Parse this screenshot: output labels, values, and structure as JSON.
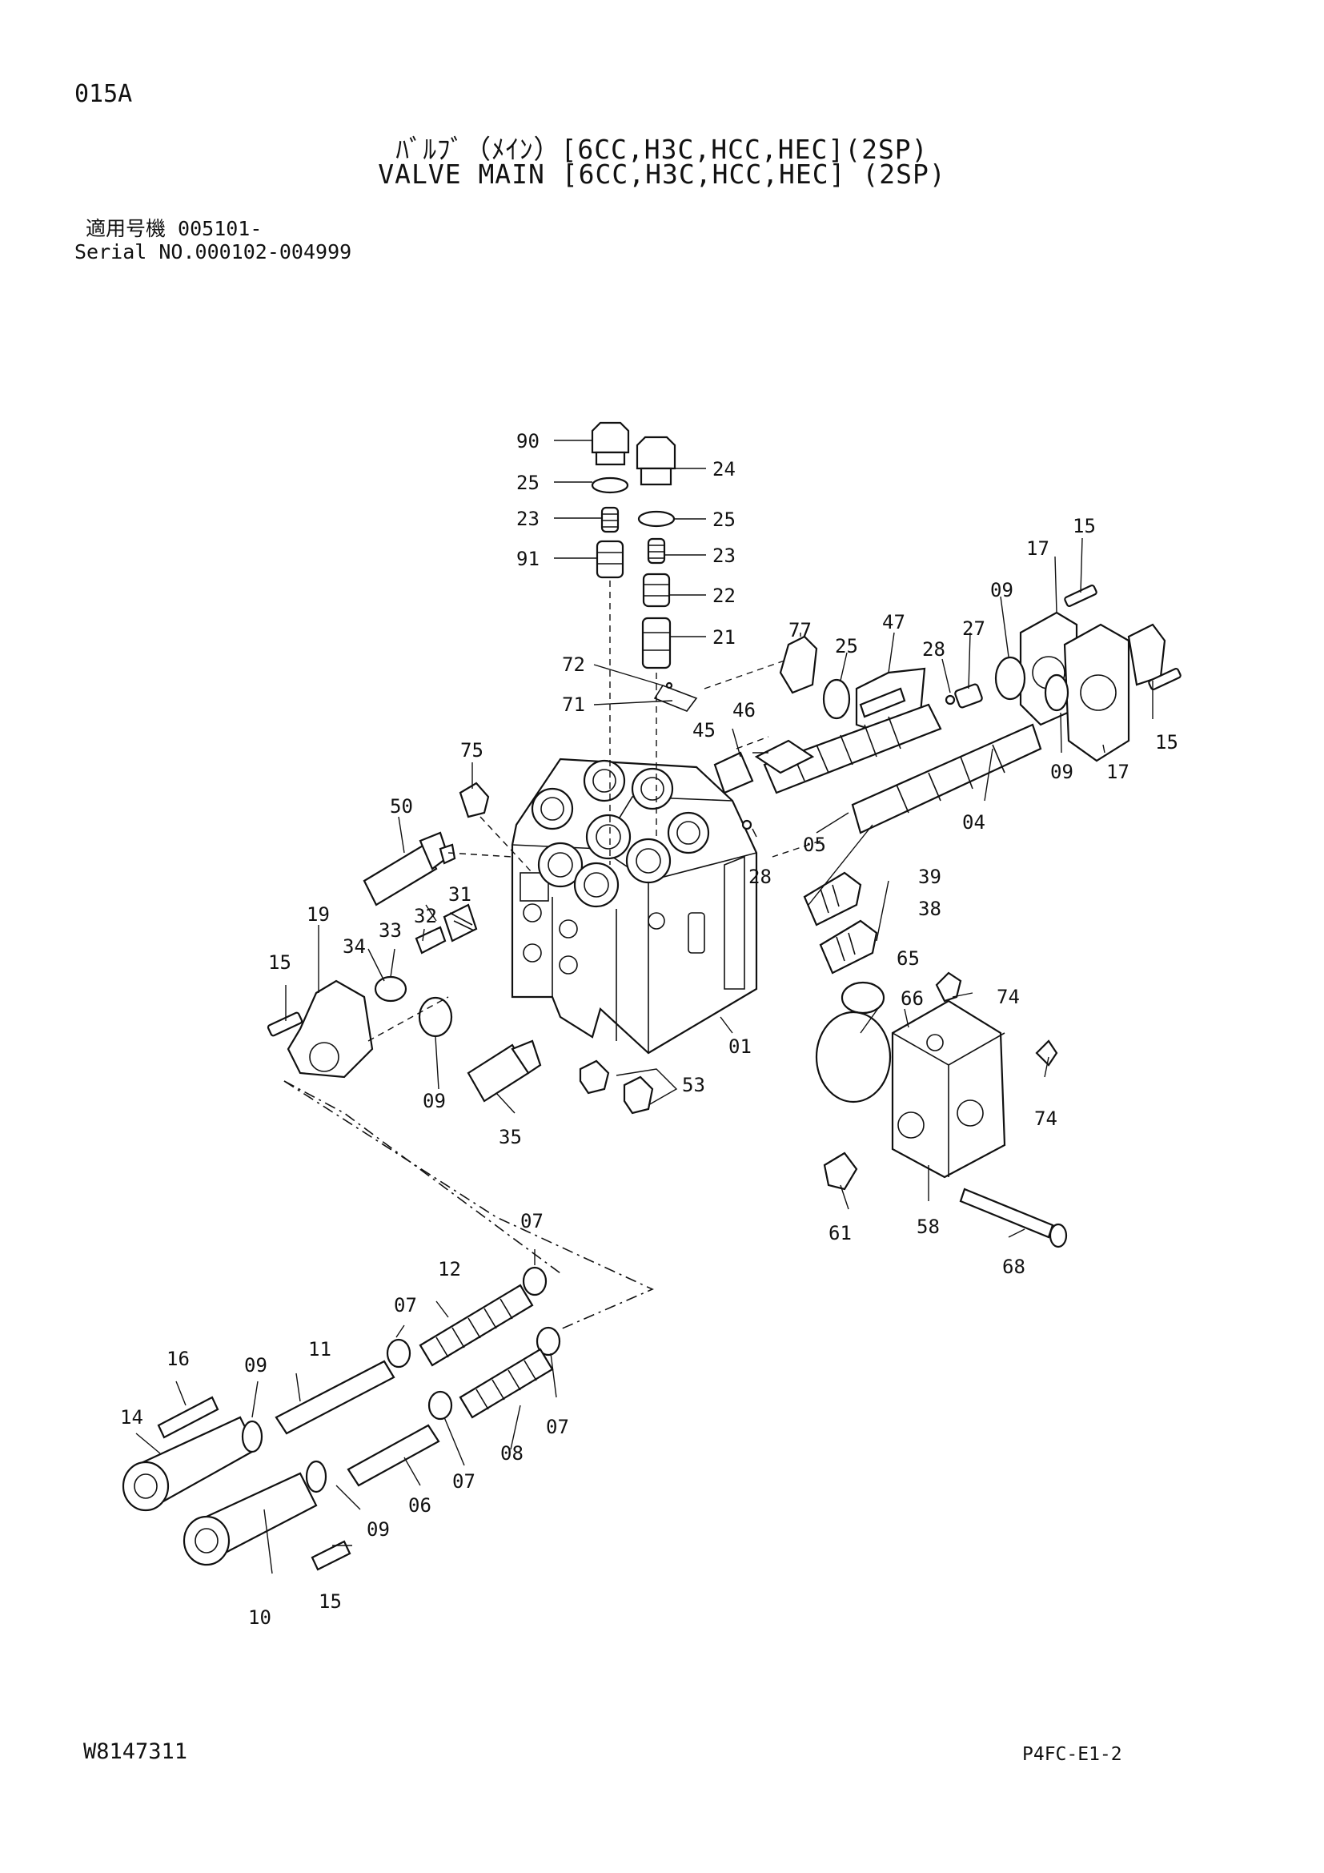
{
  "header": {
    "page_code": "015A",
    "title_jp": "ﾊﾞﾙﾌﾞ（ﾒｲﾝ）[6CC,H3C,HCC,HEC](2SP)",
    "title_en": "VALVE MAIN [6CC,H3C,HCC,HEC] (2SP)",
    "applicable_models": "適用号機 005101-",
    "serial_range": "Serial NO.000102-004999"
  },
  "footer": {
    "doc_code": "W8147311",
    "sheet_code": "P4FC-E1-2"
  },
  "callouts": [
    "90",
    "24",
    "25",
    "25",
    "23",
    "23",
    "91",
    "22",
    "21",
    "72",
    "71",
    "77",
    "25",
    "47",
    "28",
    "27",
    "09",
    "17",
    "15",
    "15",
    "09",
    "17",
    "46",
    "45",
    "75",
    "50",
    "05",
    "04",
    "28",
    "39",
    "38",
    "31",
    "32",
    "33",
    "34",
    "19",
    "15",
    "65",
    "74",
    "66",
    "74",
    "01",
    "09",
    "35",
    "53",
    "61",
    "58",
    "68",
    "07",
    "12",
    "07",
    "11",
    "09",
    "16",
    "14",
    "08",
    "07",
    "07",
    "06",
    "09",
    "10",
    "15"
  ]
}
